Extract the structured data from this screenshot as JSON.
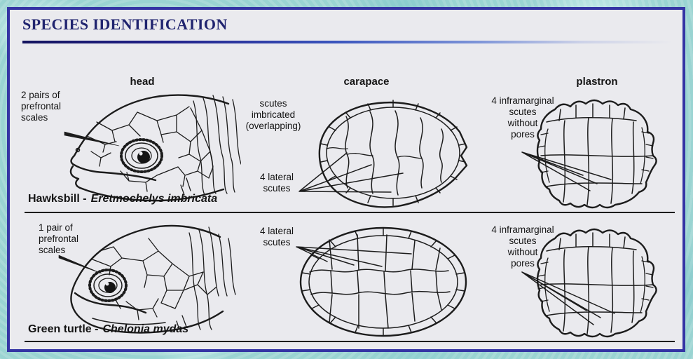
{
  "title": "SPECIES IDENTIFICATION",
  "columns": [
    {
      "label": "head"
    },
    {
      "label": "carapace"
    },
    {
      "label": "plastron"
    }
  ],
  "rows": [
    {
      "head_label": "2 pairs of\nprefrontal\nscales",
      "carapace_label_top": "scutes\nimbricated\n(overlapping)",
      "carapace_label_bottom": "4 lateral\nscutes",
      "plastron_label": "4 inframarginal\nscutes\nwithout\npores",
      "caption_common": "Hawksbill -",
      "caption_scientific": "Eretmochelys imbricata"
    },
    {
      "head_label": "1 pair of\nprefrontal\nscales",
      "carapace_label_bottom": "4 lateral\nscutes",
      "plastron_label": "4 inframarginal\nscutes\nwithout\npores",
      "caption_common": "Green turtle -",
      "caption_scientific": "Chelonia mydas"
    }
  ],
  "colors": {
    "accent_navy": "#20246f",
    "border_blue": "#3434a4",
    "line_art": "#1c1c1c",
    "panel_bg": "#eaeaee",
    "page_bg": "#9fd6d4"
  }
}
